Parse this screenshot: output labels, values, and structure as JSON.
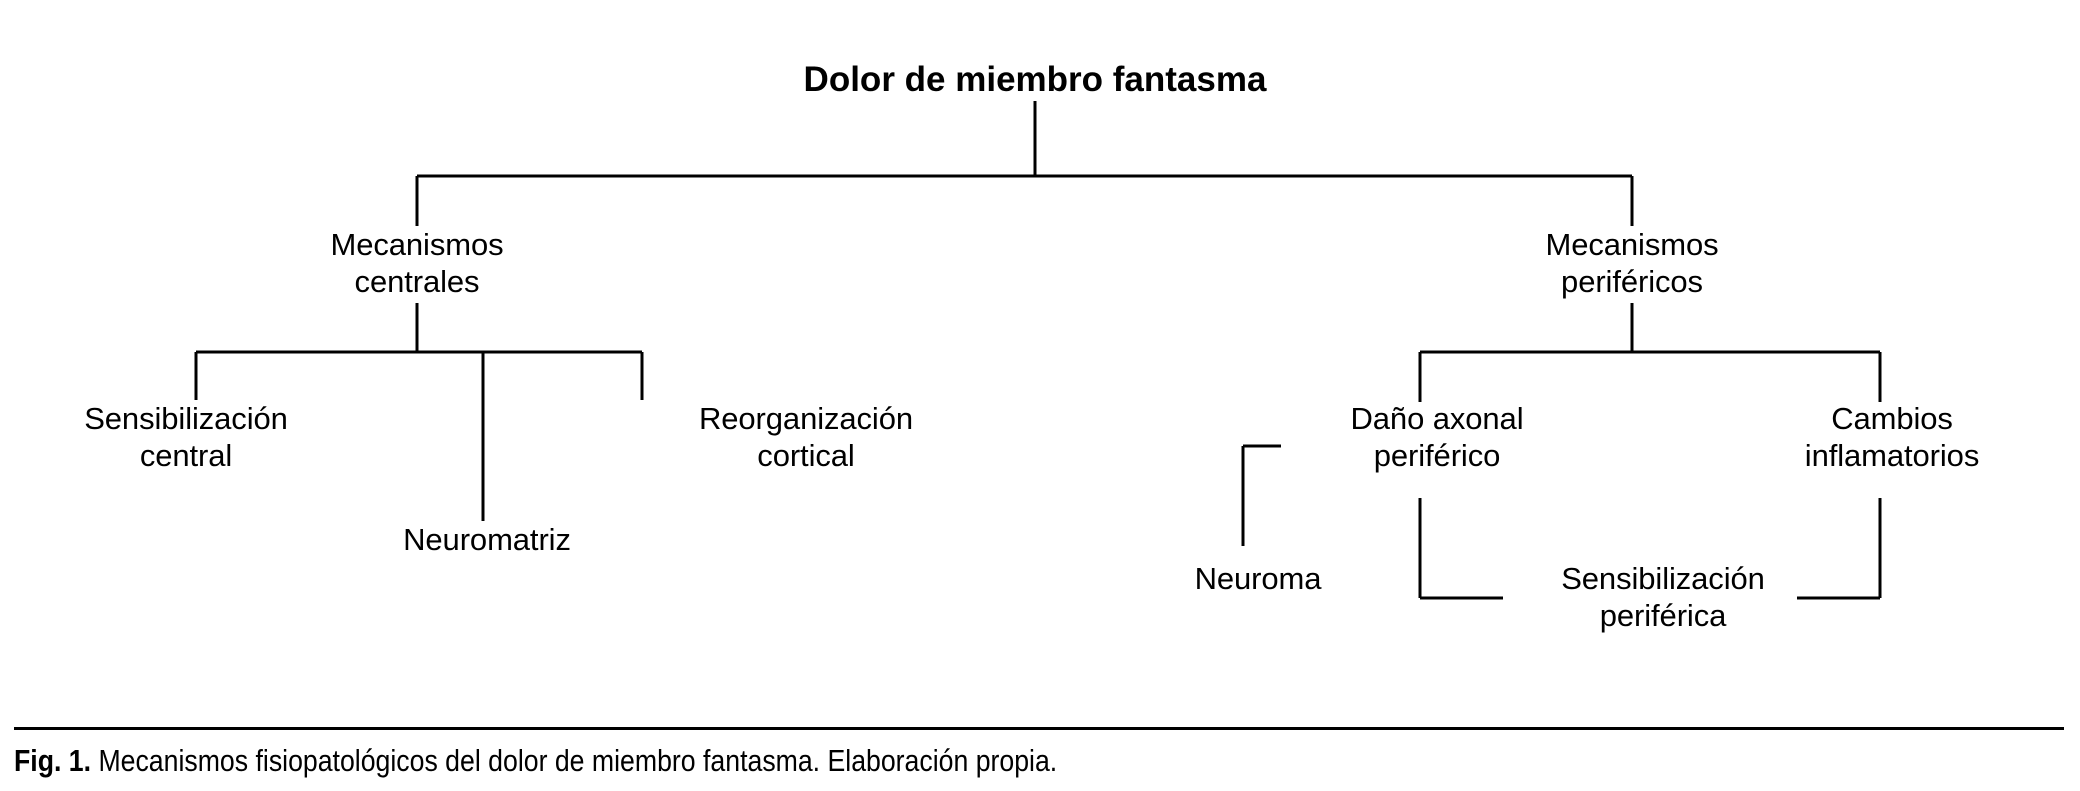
{
  "figure": {
    "root": {
      "id": "dolor-de-miembro-fantasma",
      "label": "Dolor de miembro fantasma"
    },
    "branches": [
      {
        "id": "mecanismos-centrales",
        "label": "Mecanismos\ncentrales",
        "children": [
          {
            "id": "sensibilizacion-central",
            "label": "Sensibilización\ncentral"
          },
          {
            "id": "neuromatriz",
            "label": "Neuromatriz"
          },
          {
            "id": "reorganizacion-cortical",
            "label": "Reorganización\ncortical"
          }
        ]
      },
      {
        "id": "mecanismos-perifericos",
        "label": "Mecanismos\nperiféricos",
        "children": [
          {
            "id": "dano-axonal-periferico",
            "label": "Daño axonal\nperiférico"
          },
          {
            "id": "cambios-inflamatorios",
            "label": "Cambios\ninflamatorios"
          }
        ],
        "sub_children": [
          {
            "id": "neuroma",
            "label": "Neuroma",
            "parent": "dano-axonal-periferico"
          },
          {
            "id": "sensibilizacion-periferica",
            "label": "Sensibilización\nperiférica",
            "parents": [
              "dano-axonal-periferico",
              "cambios-inflamatorios"
            ]
          }
        ]
      }
    ],
    "style": {
      "line_color": "#000000",
      "text_color": "#000000",
      "background_color": "#ffffff",
      "line_width": 3
    }
  },
  "caption": {
    "lead": "Fig. 1.",
    "text": " Mecanismos fisiopatológicos del dolor de miembro fantasma. Elaboración propia."
  }
}
